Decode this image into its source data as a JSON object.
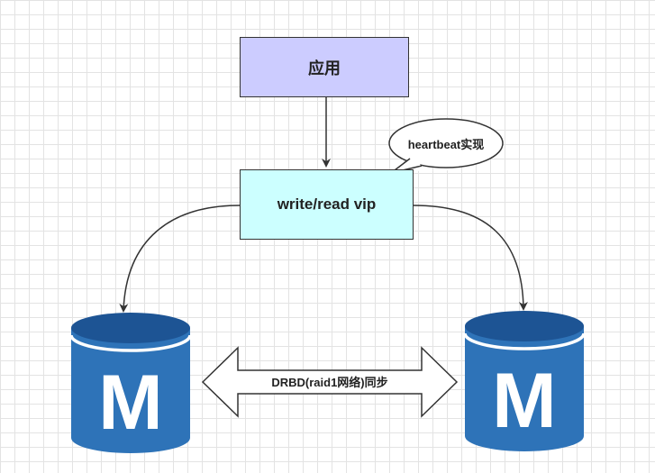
{
  "nodes": {
    "app": {
      "label": "应用",
      "fill": "#ccccff"
    },
    "vip": {
      "label": "write/read vip",
      "fill": "#ccffff"
    }
  },
  "callout": {
    "text": "heartbeat实现"
  },
  "sync": {
    "label": "DRBD(raid1网络)同步"
  },
  "databases": {
    "left": {
      "letter": "M"
    },
    "right": {
      "letter": "M"
    }
  },
  "colors": {
    "db_body": "#2e73b8",
    "db_dark": "#1d5494",
    "line": "#333333"
  }
}
